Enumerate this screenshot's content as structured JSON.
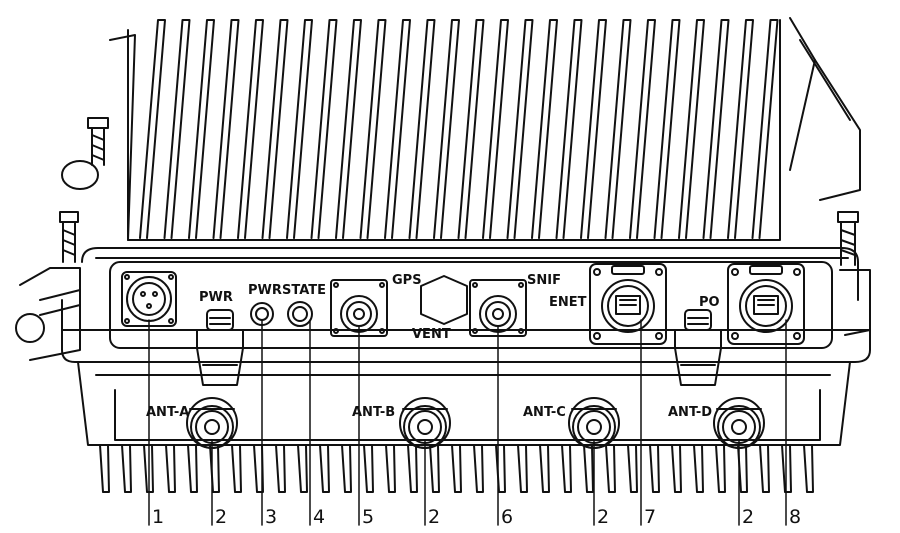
{
  "panel_labels": {
    "pwr_input": "PWR",
    "pwr_led": "PWR",
    "state_led": "STATE",
    "gps": "GPS",
    "vent": "VENT",
    "snif": "SNIF",
    "enet": "ENET",
    "po": "PO",
    "ant_a": "ANT-A",
    "ant_b": "ANT-B",
    "ant_c": "ANT-C",
    "ant_d": "ANT-D"
  },
  "callouts": [
    "1",
    "2",
    "3",
    "4",
    "5",
    "2",
    "6",
    "2",
    "7",
    "2",
    "8"
  ],
  "colors": {
    "line": "#111111",
    "background": "#ffffff"
  }
}
